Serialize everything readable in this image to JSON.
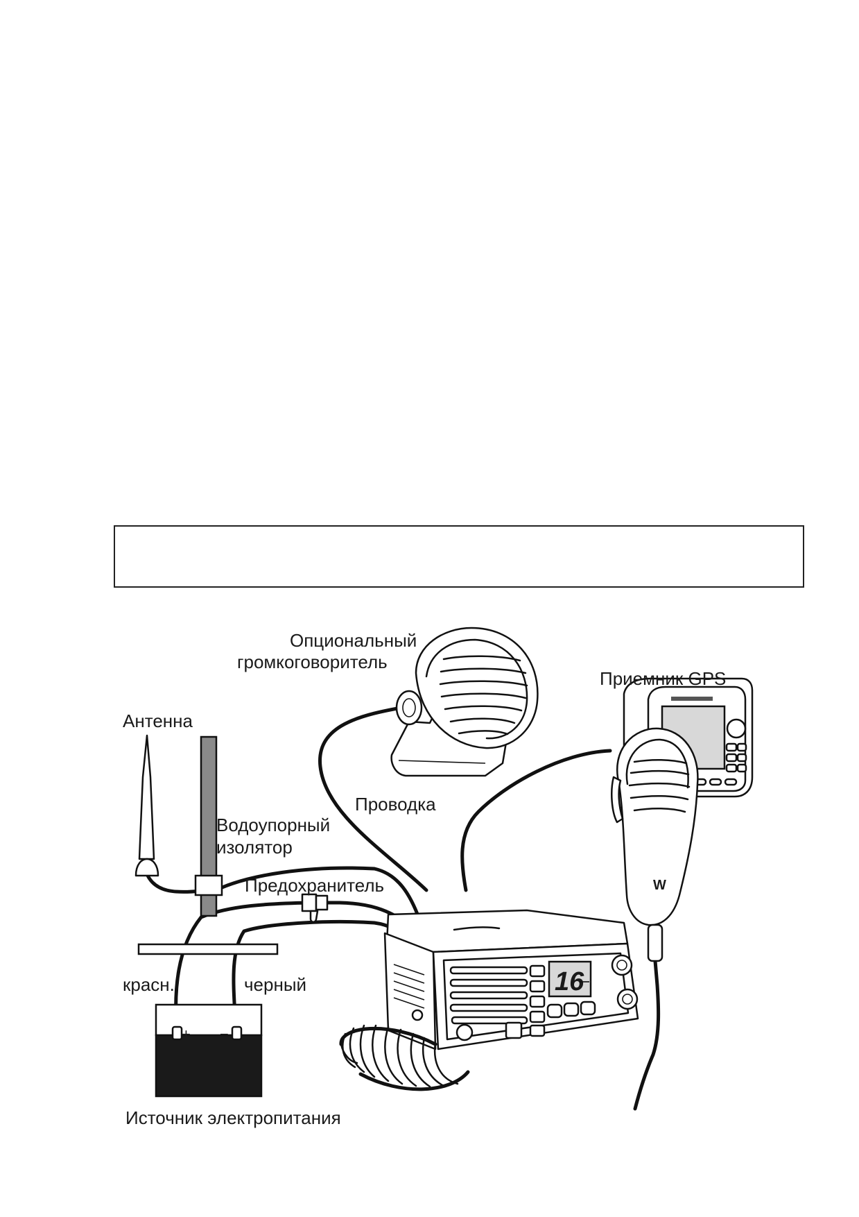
{
  "labels": {
    "speaker": [
      "Опциональный",
      "громкоговоритель"
    ],
    "gps": "Приемник GPS",
    "antenna": "Антенна",
    "insulator": [
      "Водоупорный",
      "изолятор"
    ],
    "wiring": "Проводка",
    "fuse": "Предохранитель",
    "red": "красн.",
    "black": "черный",
    "plus": "+",
    "minus": "−",
    "power": "Источник электропитания"
  },
  "radio": {
    "channel": "16",
    "mic_logo": "W"
  },
  "colors": {
    "ink": "#111111",
    "mast": "#8a8a8a",
    "battery_body": "#1a1a1a",
    "lcd": "#d8d8d8"
  }
}
